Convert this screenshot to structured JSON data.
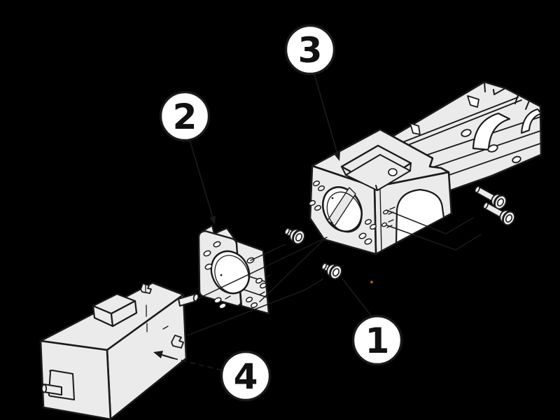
{
  "diagram": {
    "type": "exploded-assembly-technical-drawing",
    "background_color": "#000000",
    "line_color": "#1a1a1a",
    "part_fill_color": "#ebebeb",
    "hole_fill_color": "#ffffff",
    "balloon_fill_color": "#ffffff",
    "stray_dot_color": "#9a5a28",
    "callouts": [
      {
        "label": "1"
      },
      {
        "label": "2"
      },
      {
        "label": "3"
      },
      {
        "label": "4"
      }
    ]
  }
}
